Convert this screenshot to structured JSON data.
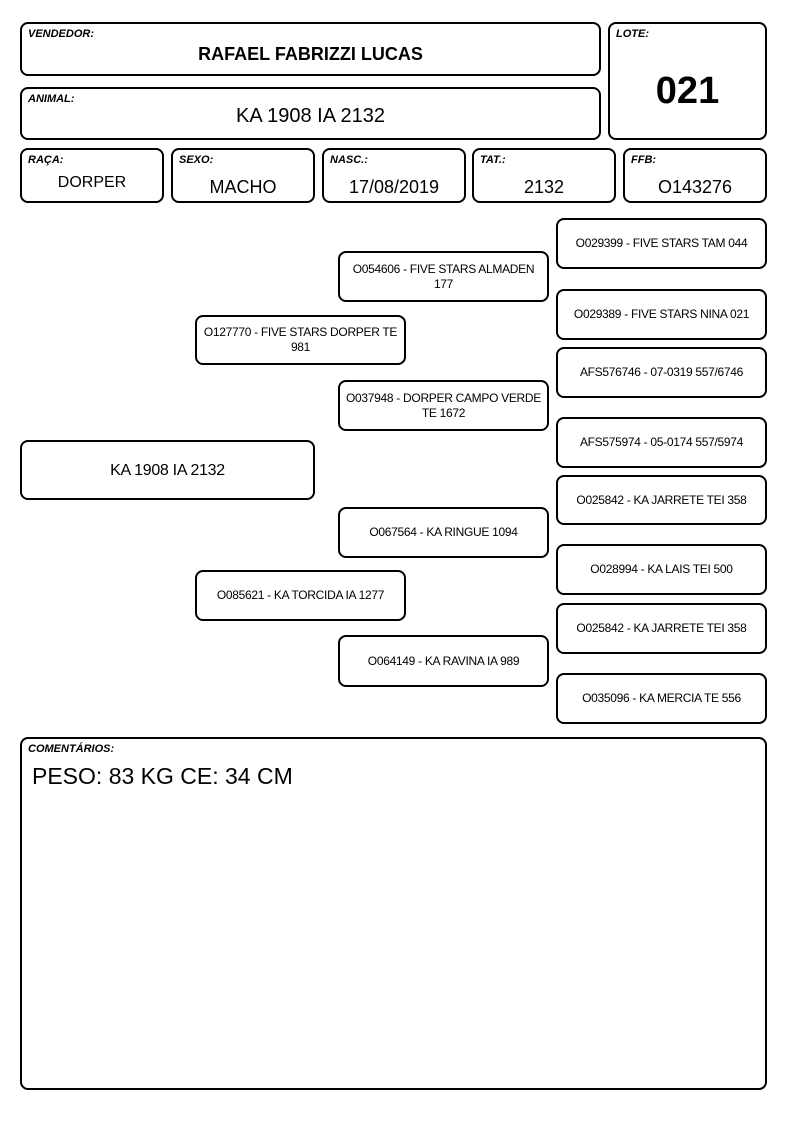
{
  "header": {
    "vendedor": {
      "label": "VENDEDOR:",
      "value": "RAFAEL FABRIZZI LUCAS"
    },
    "lote": {
      "label": "LOTE:",
      "value": "021"
    },
    "animal": {
      "label": "ANIMAL:",
      "value": "KA 1908 IA 2132"
    }
  },
  "info": {
    "raca": {
      "label": "RAÇA:",
      "value": "DORPER"
    },
    "sexo": {
      "label": "SEXO:",
      "value": "MACHO"
    },
    "nasc": {
      "label": "NASC.:",
      "value": "17/08/2019"
    },
    "tat": {
      "label": "TAT.:",
      "value": "2132"
    },
    "ffb": {
      "label": "FFB:",
      "value": "O143276"
    }
  },
  "pedigree": {
    "animal": "KA 1908 IA 2132",
    "sire": "O127770 - FIVE STARS DORPER TE 981",
    "dam": "O085621 - KA TORCIDA IA 1277",
    "sire_sire": "O054606 - FIVE STARS ALMADEN 177",
    "sire_dam": "O037948 - DORPER CAMPO VERDE TE 1672",
    "dam_sire": "O067564 - KA RINGUE 1094",
    "dam_dam": "O064149 - KA RAVINA IA 989",
    "ggp": [
      "O029399 - FIVE STARS TAM 044",
      "O029389 - FIVE STARS NINA 021",
      "AFS576746 - 07-0319 557/6746",
      "AFS575974 - 05-0174 557/5974",
      "O025842 - KA JARRETE TEI 358",
      "O028994 - KA LAIS TEI 500",
      "O025842 - KA JARRETE TEI 358",
      "O035096 - KA MERCIA TE 556"
    ]
  },
  "comments": {
    "label": "COMENTÁRIOS:",
    "value": "PESO: 83 KG CE: 34 CM"
  }
}
